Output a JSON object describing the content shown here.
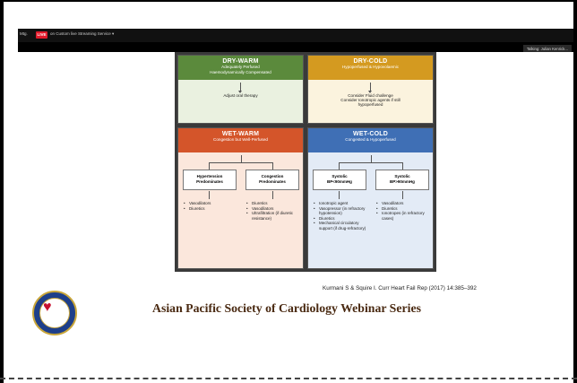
{
  "topbar": {
    "pre_text": "Mtg.",
    "live_label": "LIVE",
    "stream_label": "on Custom live Streaming Service ▾",
    "talking": "Talking: Julian Kenrick..."
  },
  "slide": {
    "dry_warm": {
      "title": "DRY-WARM",
      "subtitle1": "Adequately Perfused",
      "subtitle2": "Haemodynamically Compensated",
      "body": "Adjust oral therapy"
    },
    "dry_cold": {
      "title": "DRY-COLD",
      "subtitle1": "Hypoperfused & Hypovolaemic",
      "body1": "Consider Fluid challenge",
      "body2": "Consider Ionotropic agents if still",
      "body3": "hypoperfused"
    },
    "wet_warm": {
      "title": "WET-WARM",
      "subtitle1": "Congestion but Well-Perfused",
      "left_box1": "Hypertension",
      "left_box2": "Predominates",
      "right_box1": "Congestion",
      "right_box2": "Predominates",
      "left_list": [
        "Vasodilators",
        "Diuretics"
      ],
      "right_list": [
        "Diuretics",
        "Vasodilators",
        "Ultrafiltration (if diuretic resistance)"
      ]
    },
    "wet_cold": {
      "title": "WET-COLD",
      "subtitle1": "Congested & Hypoperfused",
      "left_box1": "Systolic",
      "left_box2": "BP<90mmHg",
      "right_box1": "Systolic",
      "right_box2": "BP>90mmHg",
      "left_list": [
        "Ionotropic agent",
        "Vasopressor (in refractory hypotension)",
        "Diuretics",
        "Mechanical circulatory support (if drug-refractory)"
      ],
      "right_list": [
        "Vasodilators",
        "Diuretics",
        "Ionotropes (in refractory cases)"
      ]
    },
    "citation": "Kurmani S & Squire I. Curr Heart Fail Rep (2017) 14:385–392",
    "footer_title": "Asian Pacific Society of Cardiology Webinar Series"
  }
}
